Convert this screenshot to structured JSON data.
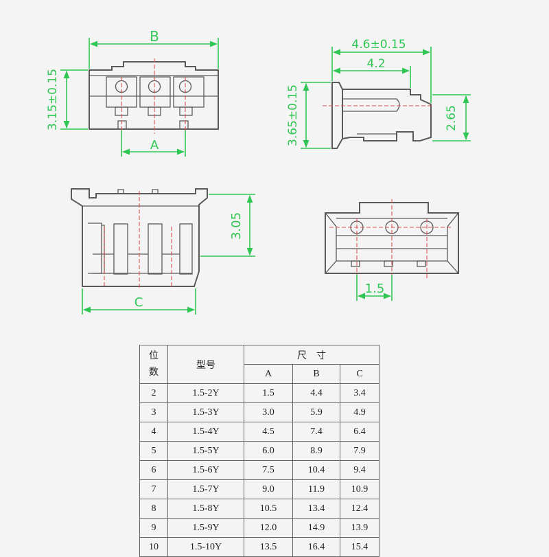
{
  "dimensions": {
    "front_width": "B",
    "front_height": "3.15±0.15",
    "pin_span": "A",
    "side_overall_depth": "4.6±0.15",
    "side_depth": "4.2",
    "side_height": "3.65±0.15",
    "side_step_height": "2.65",
    "bottom_height": "3.05",
    "bottom_width": "C",
    "pitch": "1.5"
  },
  "colors": {
    "dimension": "#2fc653",
    "outline": "#5a5a5a",
    "centerline": "#d9534f"
  },
  "table": {
    "header_positions": "位\n数",
    "header_model": "型号",
    "header_size": "尺　寸",
    "col_a": "A",
    "col_b": "B",
    "col_c": "C",
    "rows": [
      {
        "positions": "2",
        "model": "1.5-2Y",
        "a": "1.5",
        "b": "4.4",
        "c": "3.4"
      },
      {
        "positions": "3",
        "model": "1.5-3Y",
        "a": "3.0",
        "b": "5.9",
        "c": "4.9"
      },
      {
        "positions": "4",
        "model": "1.5-4Y",
        "a": "4.5",
        "b": "7.4",
        "c": "6.4"
      },
      {
        "positions": "5",
        "model": "1.5-5Y",
        "a": "6.0",
        "b": "8.9",
        "c": "7.9"
      },
      {
        "positions": "6",
        "model": "1.5-6Y",
        "a": "7.5",
        "b": "10.4",
        "c": "9.4"
      },
      {
        "positions": "7",
        "model": "1.5-7Y",
        "a": "9.0",
        "b": "11.9",
        "c": "10.9"
      },
      {
        "positions": "8",
        "model": "1.5-8Y",
        "a": "10.5",
        "b": "13.4",
        "c": "12.4"
      },
      {
        "positions": "9",
        "model": "1.5-9Y",
        "a": "12.0",
        "b": "14.9",
        "c": "13.9"
      },
      {
        "positions": "10",
        "model": "1.5-10Y",
        "a": "13.5",
        "b": "16.4",
        "c": "15.4"
      }
    ]
  }
}
